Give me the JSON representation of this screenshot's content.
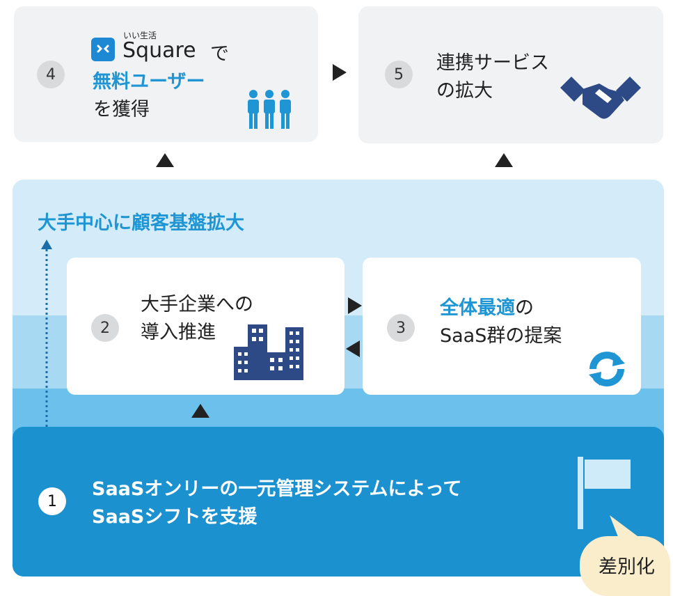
{
  "step4": {
    "number": "4",
    "logo_small": "いい生活",
    "logo_name": "Square",
    "line1_suffix": "で",
    "line2": "無料ユーザー",
    "line3": "を獲得",
    "icon": "people-icon"
  },
  "step5": {
    "number": "5",
    "line1": "連携サービス",
    "line2": "の拡大",
    "icon": "handshake-icon"
  },
  "heading": "大手中心に顧客基盤拡大",
  "step2": {
    "number": "2",
    "line1": "大手企業への",
    "line2": "導入推進",
    "icon": "buildings-icon"
  },
  "step3": {
    "number": "3",
    "line1_accent": "全体最適",
    "line1_suffix": "の",
    "line2": "SaaS群の提案",
    "icon": "refresh-icon"
  },
  "step1": {
    "number": "1",
    "line1": "SaaSオンリーの一元管理システムによって",
    "line2": "SaaSシフトを支援",
    "icon": "flag-icon"
  },
  "badge": "差別化",
  "colors": {
    "accent": "#1f96d3",
    "icon_navy": "#2d4a86",
    "base_blue": "#1b91d0",
    "bubble": "#faedcc"
  }
}
